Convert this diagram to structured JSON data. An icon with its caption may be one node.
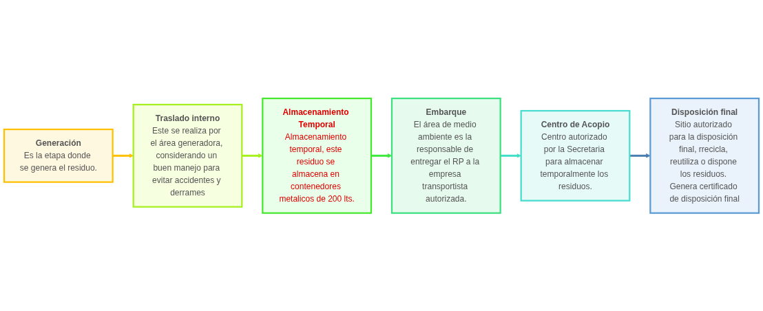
{
  "diagram": {
    "nodes": [
      {
        "text": [
          "Generación",
          "Es la etapa donde se genera el residuo."
        ]
      },
      {
        "text": [
          "Traslado interno",
          "Este se realiza por el área generadora, considerando un buen manejo para evitar accidentes y derrames"
        ]
      },
      {
        "text": [
          "Almacenamiento Temporal",
          "Almacenamiento temporal, este residuo se almacena en contenedores metalicos de 200 lts."
        ]
      },
      {
        "text": [
          "Embarque",
          "El área de medio ambiente es la responsable de entregar el RP a la empresa transportista autorizada."
        ]
      },
      {
        "text": [
          "Centro de Acopio",
          "Centro autorizado por la Secretaria para almacenar temporalmente los residuos."
        ]
      },
      {
        "text": [
          "Disposición final",
          "Sitio autorizado para la disposición final, rrecicla, reutiliza o dispone los residuos. Genera certificado de disposición final"
        ]
      }
    ],
    "edges": [
      {
        "from": 0,
        "to": 1,
        "arrow": "to",
        "color": "#ffc000"
      },
      {
        "from": 1,
        "to": 2,
        "arrow": "to",
        "color": "#a6f01e"
      },
      {
        "from": 2,
        "to": 3,
        "arrow": "to",
        "color": "#3ee83e"
      },
      {
        "from": 3,
        "to": 4,
        "arrow": "to",
        "color": "#40e0c8"
      },
      {
        "from": 4,
        "to": 5,
        "arrow": "to",
        "color": "#4a7fb0"
      }
    ]
  }
}
